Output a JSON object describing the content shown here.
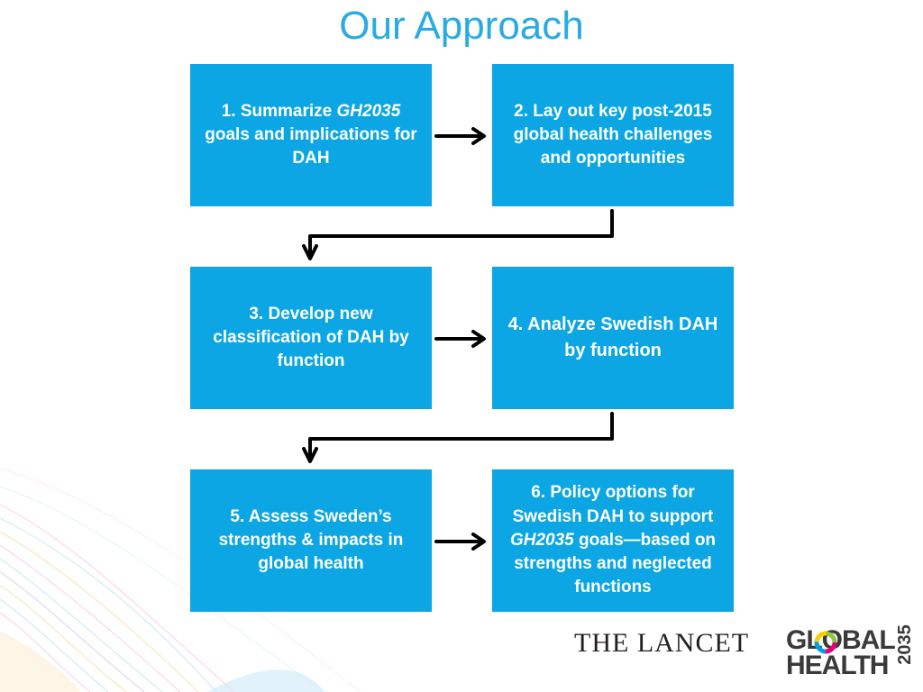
{
  "title": "Our Approach",
  "steps": [
    {
      "parts": [
        {
          "text": "1. Summarize "
        },
        {
          "text": "GH2035",
          "italic": true
        },
        {
          "text": " goals and implications for DAH"
        }
      ]
    },
    {
      "parts": [
        {
          "text": "2. Lay out key post-2015 global health challenges and opportunities"
        }
      ]
    },
    {
      "parts": [
        {
          "text": "3. Develop new classification of DAH by function"
        }
      ]
    },
    {
      "parts": [
        {
          "text": "4. Analyze Swedish DAH by function"
        }
      ]
    },
    {
      "parts": [
        {
          "text": "5. Assess Sweden’s strengths & impacts in global health"
        }
      ]
    },
    {
      "parts": [
        {
          "text": "6. Policy options for Swedish DAH to support "
        },
        {
          "text": "GH2035",
          "italic": true
        },
        {
          "text": " goals—based on strengths and neglected functions"
        }
      ]
    }
  ],
  "colors": {
    "title": "#29ABE2",
    "box": "#0BA6E3",
    "box_text": "#FFFFFF",
    "arrow": "#000000"
  },
  "logos": {
    "lancet": "THE LANCET",
    "global_health_line1": "GLOBAL",
    "global_health_line2": "HEALTH",
    "global_health_year": "2035"
  }
}
